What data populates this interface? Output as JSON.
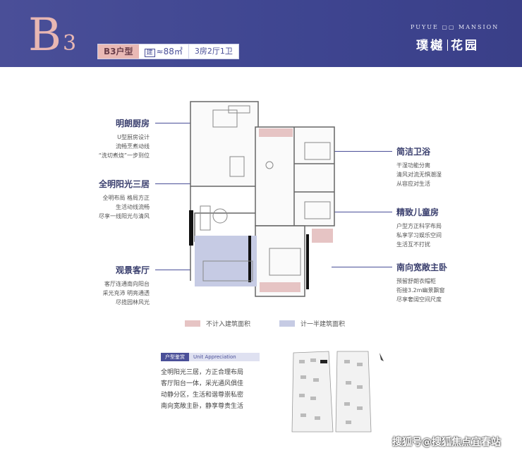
{
  "header": {
    "letter": "B",
    "number": "3",
    "type_label": "B3户型",
    "area_prefix": "建",
    "area_value": "≈88㎡",
    "rooms": "3房2厅1卫",
    "brand_en": "PUYUE ▢▢ MANSION",
    "brand_cn_left": "璞樾",
    "brand_cn_right": "花园"
  },
  "features_left": [
    {
      "title": "明朗厨房",
      "lines": [
        "U型厨房设计",
        "流畅烹煮动线",
        "“洗切煮烧”一步到位"
      ]
    },
    {
      "title": "全明阳光三居",
      "lines": [
        "全明布局  格局方正",
        "生活动线流畅",
        "尽享一线阳光与清风"
      ]
    },
    {
      "title": "观景客厅",
      "lines": [
        "客厅连通南向阳台",
        "采光充沛  明亮通透",
        "尽揽园林风光"
      ]
    }
  ],
  "features_right": [
    {
      "title": "简洁卫浴",
      "lines": [
        "干湿功能分离",
        "清风对流无惧潮湿",
        "从容应对生活"
      ]
    },
    {
      "title": "精致儿童房",
      "lines": [
        "户型方正科学布局",
        "私享学习娱乐空间",
        "生活互不打扰"
      ]
    },
    {
      "title": "南向宽敞主卧",
      "lines": [
        "预留舒朗衣帽柜",
        "衔接3.2m幽景飘窗",
        "尽享奢阔空间尺度"
      ]
    }
  ],
  "legend": {
    "not_counted": "不计入建筑面积",
    "half_counted": "计一半建筑面积",
    "pink": "#e6c4c4",
    "blue": "#c6cbe4"
  },
  "unit_appreciation": {
    "label_cn": "户型鉴赏",
    "label_en": "Unit  Appreciation",
    "lines": [
      "全明阳光三居，方正合理布局",
      "客厅阳台一体，采光通风俱佳",
      "动静分区，生活和谐尊崇私密",
      "南向宽敞主卧，静享尊贵生活"
    ]
  },
  "watermark": "搜狐号@搜狐焦点宜春站",
  "colors": {
    "brand": "#4a4f98",
    "accent": "#e8b7b3"
  }
}
